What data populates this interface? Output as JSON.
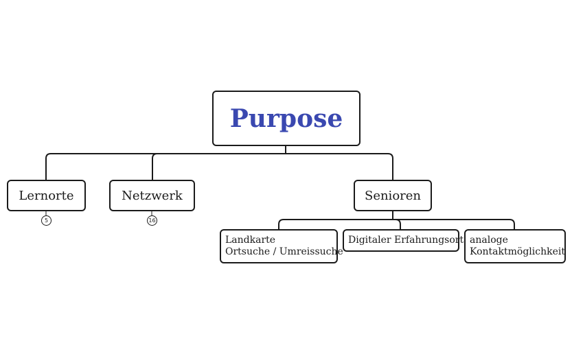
{
  "colors": {
    "root_text": "#3a48b0",
    "line": "#1a1a1a",
    "border": "#1a1a1a"
  },
  "root": {
    "label": "Purpose"
  },
  "branches": [
    {
      "label": "Lernorte",
      "badge": "5"
    },
    {
      "label": "Netzwerk",
      "badge": "16"
    },
    {
      "label": "Senioren",
      "children": [
        {
          "lines": [
            "Landkarte",
            "Ortsuche / Umreissuche"
          ]
        },
        {
          "lines": [
            "Digitaler Erfahrungsort"
          ]
        },
        {
          "lines": [
            "analoge",
            "Kontaktmöglichkeit"
          ]
        }
      ]
    }
  ]
}
